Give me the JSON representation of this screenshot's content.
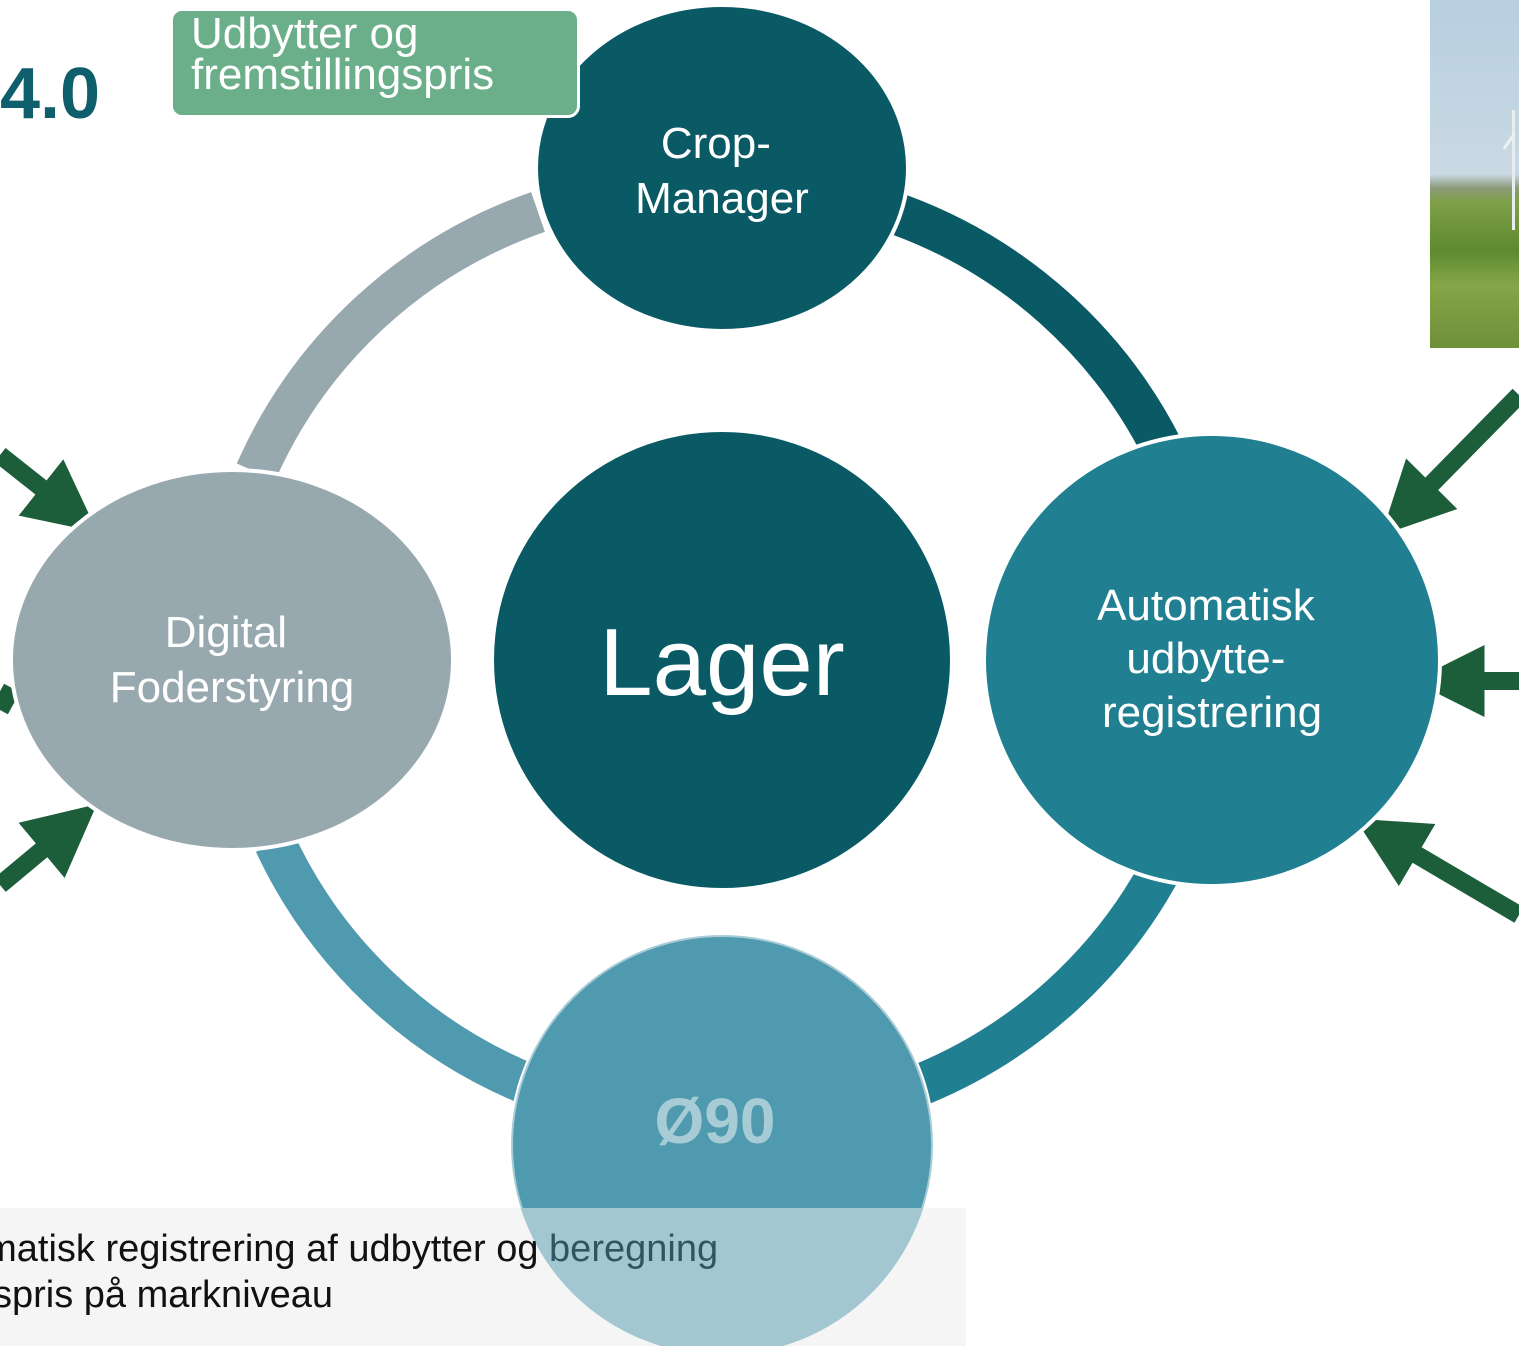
{
  "title_fragment": "4.0",
  "callout": {
    "line1": "Udbytter og",
    "line2": "fremstillingspris"
  },
  "center": {
    "label": "Lager"
  },
  "nodes": {
    "top": {
      "lines": [
        "Crop-",
        "Manager"
      ]
    },
    "right": {
      "lines": [
        "Automatisk",
        "udbytte-",
        "registrering"
      ]
    },
    "bottom": {
      "lines": [
        "Ø90"
      ]
    },
    "left": {
      "lines": [
        "Digital",
        "Foderstyring"
      ]
    }
  },
  "caption": {
    "line1": "omatisk registrering af udbytter og beregning",
    "line2": "spris på markniveau"
  },
  "colors": {
    "dark_teal": "#0a5a66",
    "teal": "#207f90",
    "light_teal": "#4f9aae",
    "gray": "#97a8ae",
    "arrow_green": "#1d5e3a",
    "callout_green": "#6aae8a"
  }
}
